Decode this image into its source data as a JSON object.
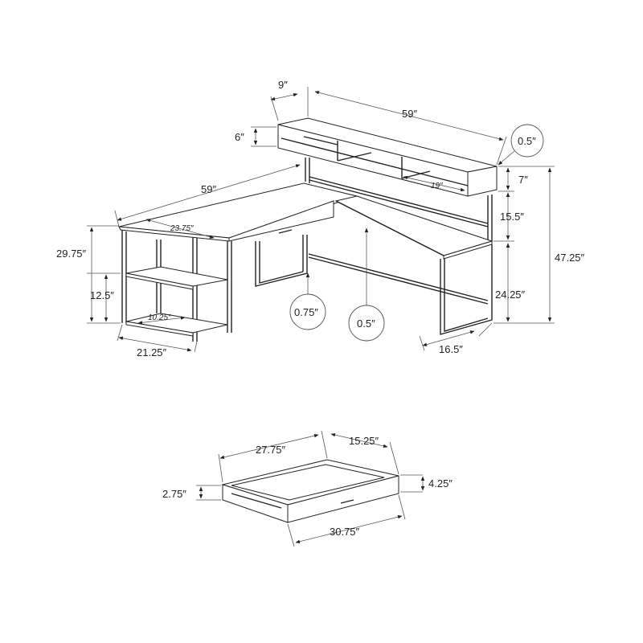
{
  "desk_dimensions": {
    "hutch_depth": "9″",
    "hutch_width": "59″",
    "hutch_height": "6″",
    "hutch_top_thickness": "0.5″",
    "hutch_end_height": "7″",
    "desk_width": "59″",
    "cubby_width": "19″",
    "hutch_clearance": "15.5″",
    "overall_height": "47.25″",
    "desk_height": "29.75″",
    "return_width": "23.75″",
    "shelf_spacing": "12.5″",
    "shelf_depth": "10.25″",
    "leg_thickness": "0.75″",
    "desktop_thickness": "0.5″",
    "under_desk_clearance": "24.25″",
    "side_depth": "21.25″",
    "right_depth": "16.5″"
  },
  "drawer_dimensions": {
    "inner_length": "27.75″",
    "depth": "15.25″",
    "inner_height": "2.75″",
    "outer_height": "4.25″",
    "outer_length": "30.75″"
  }
}
